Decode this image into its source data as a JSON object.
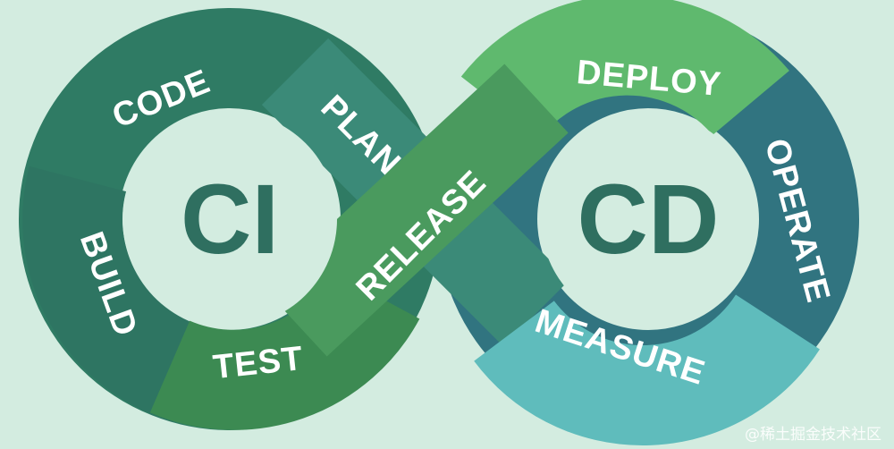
{
  "diagram": {
    "hubs": [
      {
        "id": "ci",
        "label": "CI",
        "color": "#2f6f60"
      },
      {
        "id": "cd",
        "label": "CD",
        "color": "#2f6f60"
      }
    ],
    "stages": [
      {
        "id": "code",
        "label": "CODE",
        "color": "#2f7b64"
      },
      {
        "id": "plan",
        "label": "PLAN",
        "color": "#3b8a78"
      },
      {
        "id": "build",
        "label": "BUILD",
        "color": "#2e7562"
      },
      {
        "id": "test",
        "label": "TEST",
        "color": "#3c8a52"
      },
      {
        "id": "release",
        "label": "RELEASE",
        "color": "#4a9a5e"
      },
      {
        "id": "deploy",
        "label": "DEPLOY",
        "color": "#5fb96e"
      },
      {
        "id": "operate",
        "label": "OPERATE",
        "color": "#317480"
      },
      {
        "id": "measure",
        "label": "MEASURE",
        "color": "#5fbcbc"
      }
    ],
    "background_color": "#d3ece0"
  },
  "watermark": "@稀土掘金技术社区"
}
